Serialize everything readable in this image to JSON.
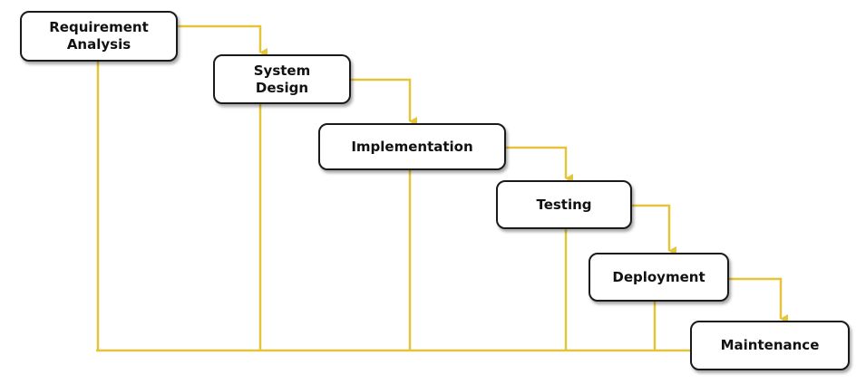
{
  "diagram": {
    "line_color": "#e4c53a",
    "stages": [
      {
        "id": "requirement-analysis",
        "label": "Requirement\nAnalysis"
      },
      {
        "id": "system-design",
        "label": "System\nDesign"
      },
      {
        "id": "implementation",
        "label": "Implementation"
      },
      {
        "id": "testing",
        "label": "Testing"
      },
      {
        "id": "deployment",
        "label": "Deployment"
      },
      {
        "id": "maintenance",
        "label": "Maintenance"
      }
    ]
  }
}
